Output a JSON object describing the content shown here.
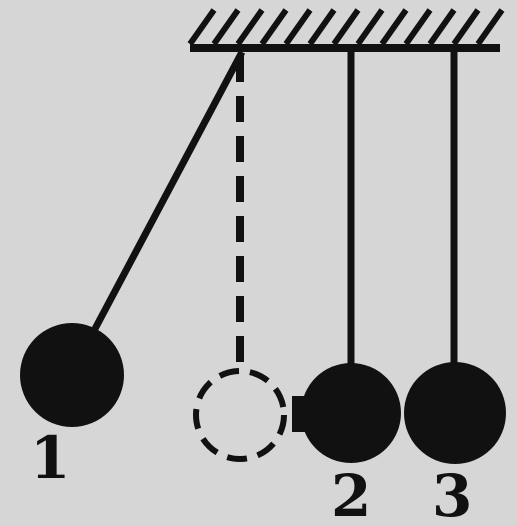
{
  "diagram": {
    "labels": {
      "ball_1": "1",
      "ball_2": "2",
      "ball_3": "3"
    },
    "colors": {
      "background": "#d6d6d6",
      "ink": "#111111"
    },
    "parts": {
      "ceiling": "hatched-support",
      "ball_1_state": "raised",
      "ball_1_rest_position": "dashed-outline",
      "ball_2_state": "hanging",
      "ball_3_state": "hanging"
    }
  }
}
